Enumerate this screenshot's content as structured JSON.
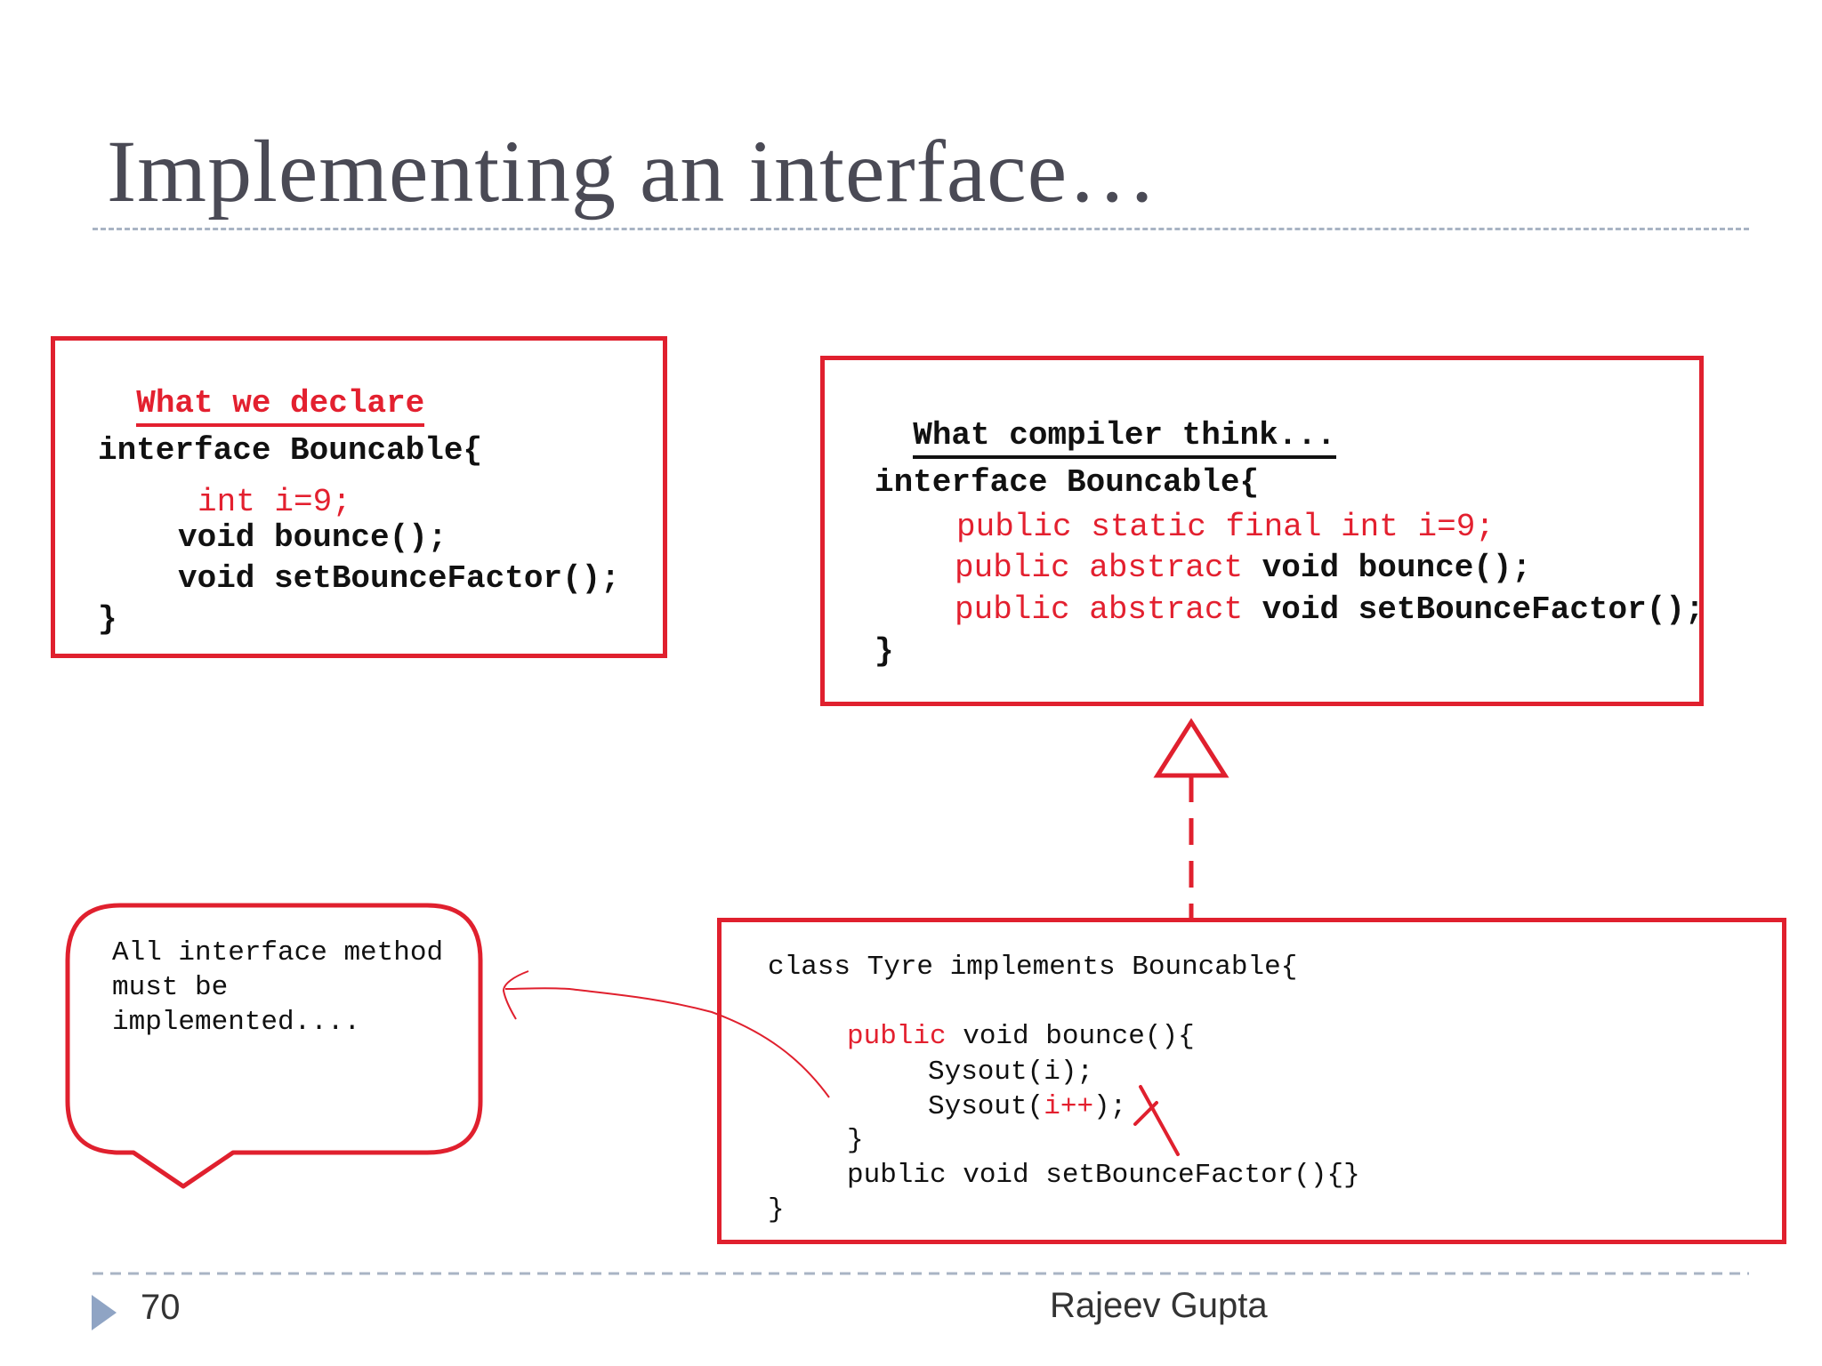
{
  "slide": {
    "title": "Implementing an interface…",
    "page_number": "70",
    "author": "Rajeev Gupta"
  },
  "declare_box": {
    "heading": "What we declare",
    "line1": "interface Bouncable{",
    "line2": "int i=9;",
    "line3": "void bounce();",
    "line4": "void setBounceFactor();",
    "line5": "}"
  },
  "compiler_box": {
    "heading": "What compiler think...",
    "line1": "interface Bouncable{",
    "line2": "public static final int i=9;",
    "line3_mod": "public abstract",
    "line3_rest": " void bounce();",
    "line4_mod": "public abstract",
    "line4_rest": " void setBounceFactor();",
    "line5": "}"
  },
  "class_box": {
    "line1": "class Tyre implements Bouncable{",
    "line2_mod": "public",
    "line2_rest": " void bounce(){",
    "line3": "Sysout(i);",
    "line4_a": "Sysout(",
    "line4_b": "i++",
    "line4_c": ");",
    "line5": "}",
    "line6": "public void setBounceFactor(){}",
    "line7": "}"
  },
  "callout": {
    "line1": "All interface method",
    "line2": "must be",
    "line3": "implemented...."
  },
  "colors": {
    "accent_red": "#e0202e",
    "title_gray": "#4a4a55",
    "rule_blue": "#a9b4c4",
    "bullet_blue": "#8fa4c4"
  },
  "icons": {
    "footer_bullet": "triangle-right-icon",
    "error_mark": "cross-mark-icon",
    "inheritance": "hollow-arrowhead-icon"
  }
}
